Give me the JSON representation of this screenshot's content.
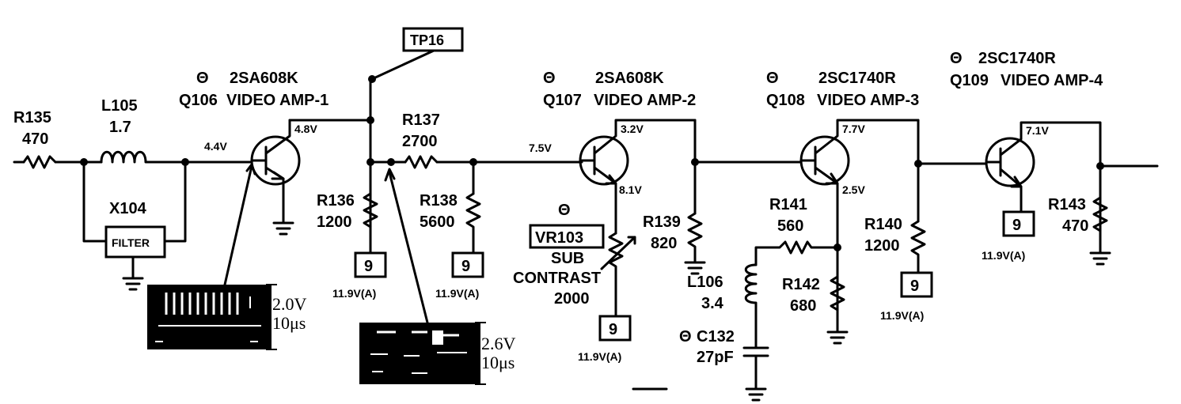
{
  "components": {
    "r135": {
      "ref": "R135",
      "value": "470"
    },
    "l105": {
      "ref": "L105",
      "value": "1.7"
    },
    "x104": {
      "ref": "X104",
      "value": "FILTER"
    },
    "q106": {
      "pol": "Θ",
      "part": "2SA608K",
      "ref": "Q106",
      "func": "VIDEO AMP-1"
    },
    "q107": {
      "pol": "Θ",
      "part": "2SA608K",
      "ref": "Q107",
      "func": "VIDEO AMP-2"
    },
    "q108": {
      "pol": "Θ",
      "part": "2SC1740R",
      "ref": "Q108",
      "func": "VIDEO AMP-3"
    },
    "q109": {
      "pol": "Θ",
      "part": "2SC1740R",
      "ref": "Q109",
      "func": "VIDEO AMP-4"
    },
    "tp16": {
      "ref": "TP16"
    },
    "r137": {
      "ref": "R137",
      "value": "2700"
    },
    "r136": {
      "ref": "R136",
      "value": "1200"
    },
    "r138": {
      "ref": "R138",
      "value": "5600"
    },
    "vr103": {
      "pol": "Θ",
      "ref": "VR103",
      "name1": "SUB",
      "name2": "CONTRAST",
      "value": "2000"
    },
    "r139": {
      "ref": "R139",
      "value": "820"
    },
    "r141": {
      "ref": "R141",
      "value": "560"
    },
    "l106": {
      "ref": "L106",
      "value": "3.4"
    },
    "c132": {
      "pol": "Θ",
      "ref": "C132",
      "value": "27pF"
    },
    "r142": {
      "ref": "R142",
      "value": "680"
    },
    "r140": {
      "ref": "R140",
      "value": "1200"
    },
    "r143": {
      "ref": "R143",
      "value": "470"
    }
  },
  "voltages": {
    "v44": "4.4V",
    "v48": "4.8V",
    "v75": "7.5V",
    "v32": "3.2V",
    "v81": "8.1V",
    "v77": "7.7V",
    "v25": "2.5V",
    "v71": "7.1V"
  },
  "supply": {
    "pin": "9",
    "label": "11.9V(A)"
  },
  "waveforms": {
    "w1": {
      "amplitude": "2.0V",
      "timebase": "10μs"
    },
    "w2": {
      "amplitude": "2.6V",
      "timebase": "10μs"
    }
  }
}
